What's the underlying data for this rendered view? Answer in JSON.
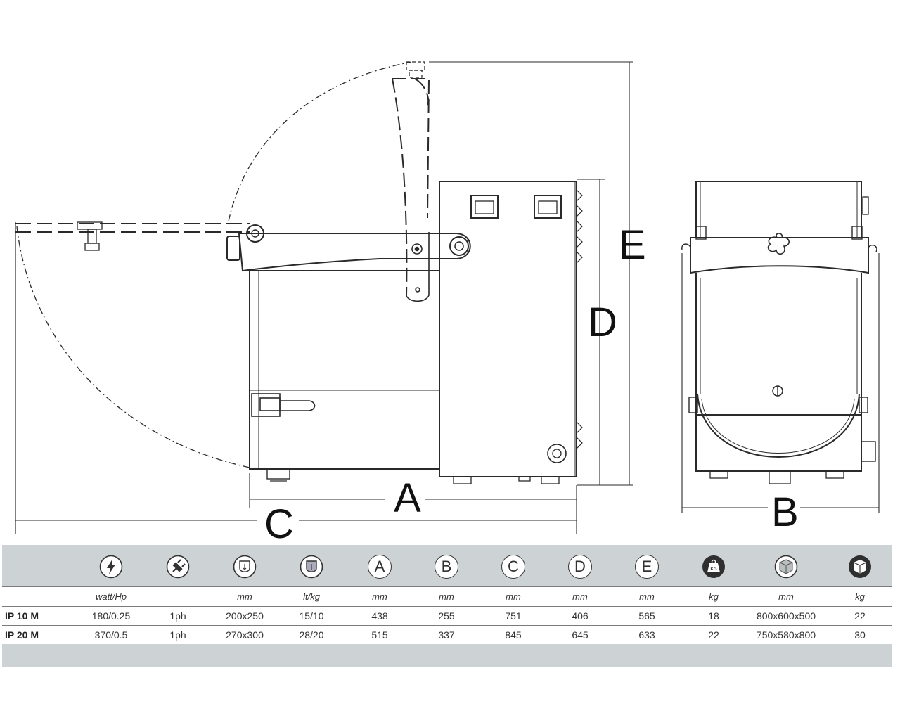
{
  "dimension_labels": {
    "a": "A",
    "b": "B",
    "c": "C",
    "d": "D",
    "e": "E"
  },
  "colors": {
    "band": "#cdd3d4",
    "line": "#2a2a2a"
  },
  "spec_table": {
    "icons": [
      "power-icon",
      "plug-icon",
      "bowl-size-icon",
      "capacity-icon",
      "A",
      "B",
      "C",
      "D",
      "E",
      "weight-icon",
      "package-icon",
      "gross-weight-icon"
    ],
    "units": [
      "watt/Hp",
      "",
      "mm",
      "lt/kg",
      "mm",
      "mm",
      "mm",
      "mm",
      "mm",
      "kg",
      "mm",
      "kg"
    ],
    "rows": [
      {
        "model": "IP 10 M",
        "values": [
          "180/0.25",
          "1ph",
          "200x250",
          "15/10",
          "438",
          "255",
          "751",
          "406",
          "565",
          "18",
          "800x600x500",
          "22"
        ]
      },
      {
        "model": "IP 20 M",
        "values": [
          "370/0.5",
          "1ph",
          "270x300",
          "28/20",
          "515",
          "337",
          "845",
          "645",
          "633",
          "22",
          "750x580x800",
          "30"
        ]
      }
    ]
  }
}
